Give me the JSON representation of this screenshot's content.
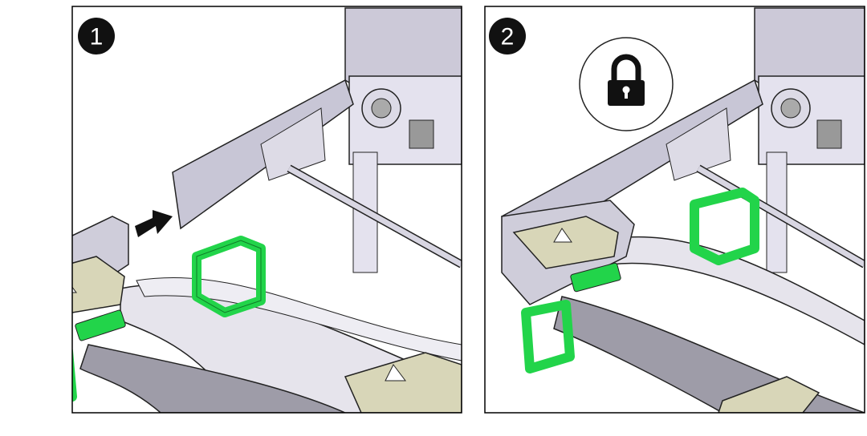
{
  "steps": [
    {
      "number": "1",
      "action": "insert-connector"
    },
    {
      "number": "2",
      "action": "locked"
    }
  ],
  "icons": {
    "lock": "lock-icon",
    "arrow": "push-arrow-icon"
  },
  "colors": {
    "latch_green": "#22d44a",
    "rail_gray": "#c8c6d6",
    "bracket_tan": "#d8d6b8",
    "border": "#000000"
  }
}
